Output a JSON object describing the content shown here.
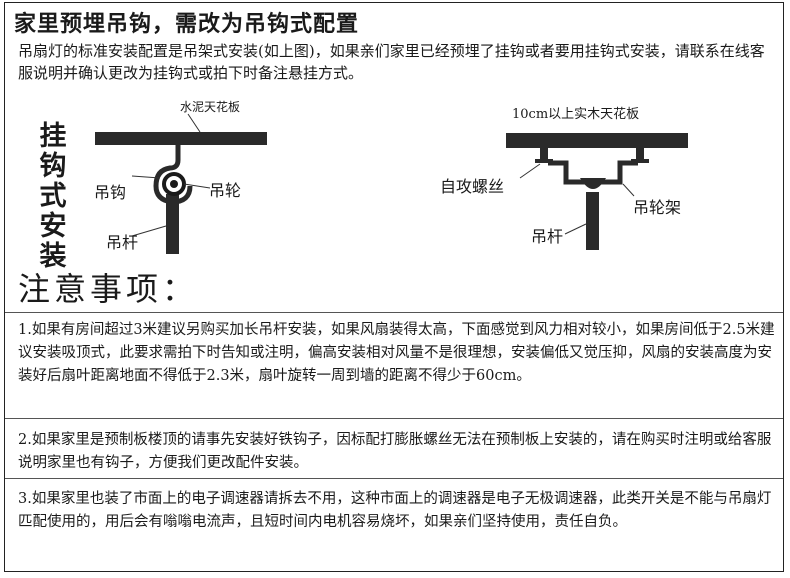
{
  "title": "家里预埋吊钩，需改为吊钩式配置",
  "intro": "吊扇灯的标准安装配置是吊架式安装(如上图)，如果亲们家里已经预埋了挂钩或者要用挂钩式安装，请联系在线客服说明并确认更改为挂钩式或拍下时备注悬挂方式。",
  "left_diagram": {
    "side_label": "挂钩式安装",
    "ceiling_label": "水泥天花板",
    "hook_label": "吊钩",
    "wheel_label": "吊轮",
    "rod_label": "吊杆"
  },
  "right_diagram": {
    "ceiling_label": "10cm以上实木天花板",
    "screw_label": "自攻螺丝",
    "bracket_label": "吊轮架",
    "rod_label": "吊杆"
  },
  "notice_heading": "注意事项：",
  "notes": [
    "1.如果有房间超过3米建议另购买加长吊杆安装，如果风扇装得太高，下面感觉到风力相对较小，如果房间低于2.5米建议安装吸顶式，此要求需拍下时告知或注明，偏高安装相对风量不是很理想，安装偏低又觉压抑，风扇的安装高度为安装好后扇叶距离地面不得低于2.3米，扇叶旋转一周到墙的距离不得少于60cm。",
    "2.如果家里是预制板楼顶的请事先安装好铁钩子，因标配打膨胀螺丝无法在预制板上安装的，请在购买时注明或给客服说明家里也有钩子，方便我们更改配件安装。",
    "3.如果家里也装了市面上的电子调速器请拆去不用，这种市面上的调速器是电子无极调速器，此类开关是不能与吊扇灯匹配使用的，用后会有嗡嗡电流声，且短时间内电机容易烧坏，如果亲们坚持使用，责任自负。"
  ]
}
